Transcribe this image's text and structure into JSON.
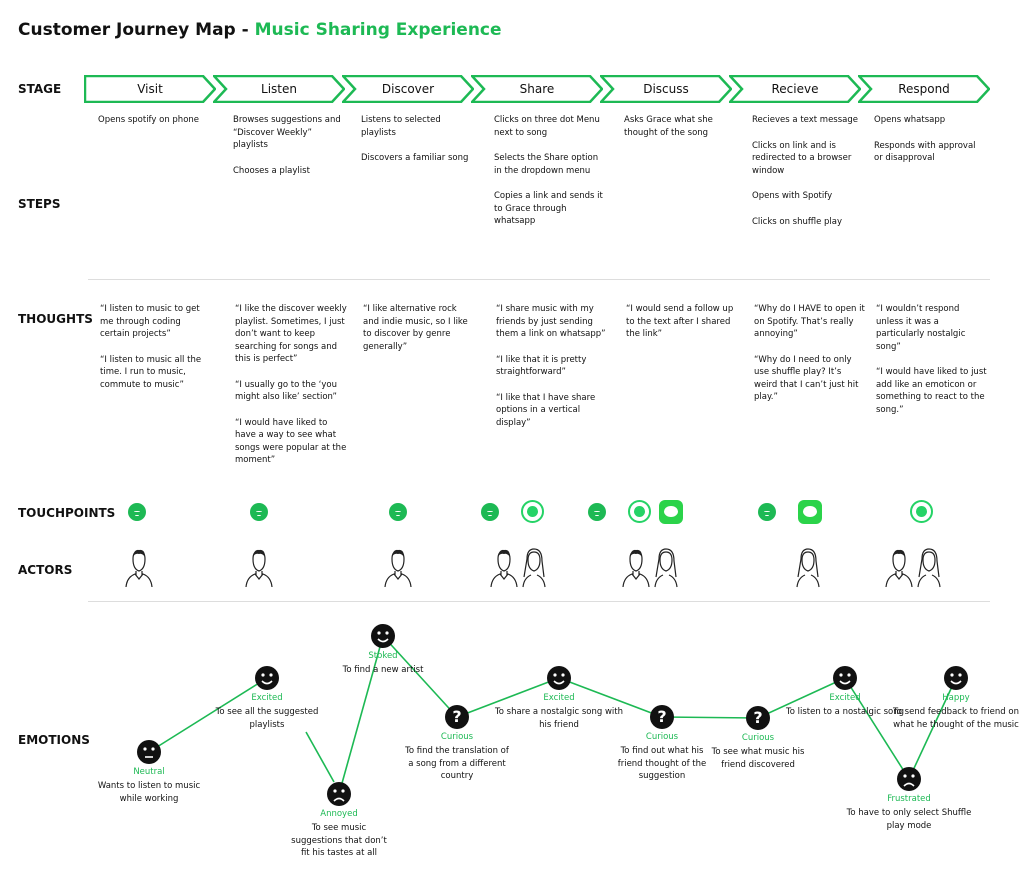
{
  "title": {
    "main": "Customer Journey Map - ",
    "sub": "Music Sharing Experience"
  },
  "row_labels": {
    "stage": "STAGE",
    "steps": "STEPS",
    "thoughts": "THOUGHTS",
    "touchpoints": "TOUCHPOINTS",
    "actors": "ACTORS",
    "emotions": "EMOTIONS"
  },
  "stages": [
    "Visit",
    "Listen",
    "Discover",
    "Share",
    "Discuss",
    "Recieve",
    "Respond"
  ],
  "steps": [
    [
      "Opens spotify on phone"
    ],
    [
      "Browses suggestions and “Discover Weekly” playlists",
      "Chooses a playlist"
    ],
    [
      "Listens to selected playlists",
      "Discovers a familiar song"
    ],
    [
      "Clicks on three dot Menu next to song",
      "Selects the Share option in the dropdown menu",
      "Copies a link and sends it to Grace through whatsapp"
    ],
    [
      "Asks Grace what she thought of the song"
    ],
    [
      "Recieves a text message",
      "Clicks on link and is redirected to a browser window",
      "Opens with Spotify",
      "Clicks on shuffle play"
    ],
    [
      "Opens whatsapp",
      "Responds with approval or disapproval"
    ]
  ],
  "thoughts": [
    [
      "“I  listen to music to get me through coding certain projects”",
      "“I  listen to music all the time. I run to music, commute to music”"
    ],
    [
      "“I like the discover weekly playlist. Sometimes, I just don’t want to keep searching for songs and this is perfect”",
      "“I usually go to the ‘you might also like’ section”",
      "“I would have liked to have a way to see what songs were popular at the moment”"
    ],
    [
      "“I like alternative rock and indie music, so I like to discover by genre generally”"
    ],
    [
      "“I share music with my friends by just sending them a link on whatsapp”",
      "“I like that it is pretty straightforward”",
      "“I like that I have share options in a vertical display”"
    ],
    [
      "“I would send a follow up to the text after I shared the link”"
    ],
    [
      "“Why do I HAVE to open it on Spotify. That’s really annoying”",
      "“Why do I need to only use shuffle play? It’s weird that I can’t just hit play.”"
    ],
    [
      "“I wouldn’t respond unless it was a particularly nostalgic song”",
      "“I would have liked to just add like an emoticon or something to react to the song.”"
    ]
  ],
  "touchpoints": [
    [
      "spotify-icon"
    ],
    [
      "spotify-icon"
    ],
    [
      "spotify-icon"
    ],
    [
      "spotify-icon",
      "whatsapp-icon"
    ],
    [
      "spotify-icon",
      "whatsapp-icon",
      "messages-icon"
    ],
    [
      "spotify-icon",
      "messages-icon"
    ],
    [
      "whatsapp-icon"
    ]
  ],
  "actors": [
    [
      "man-avatar"
    ],
    [
      "man-avatar"
    ],
    [
      "man-avatar"
    ],
    [
      "man-avatar",
      "woman-avatar"
    ],
    [
      "man-avatar",
      "woman-avatar"
    ],
    [
      "woman-avatar"
    ],
    [
      "man-avatar",
      "woman-avatar"
    ]
  ],
  "emotions": [
    {
      "name": "Neutral",
      "desc": "Wants to listen to music while working",
      "face": "neutral"
    },
    {
      "name": "Excited",
      "desc": "To see all the suggested playlists",
      "face": "happy"
    },
    {
      "name": "Annoyed",
      "desc": "To see music suggestions that don’t fit his tastes at all",
      "face": "sad"
    },
    {
      "name": "Stoked",
      "desc": "To find a new artist",
      "face": "happy"
    },
    {
      "name": "Curious",
      "desc": "To find the translation of a song from a different country",
      "face": "question"
    },
    {
      "name": "Excited",
      "desc": "To share a nostalgic song with his friend",
      "face": "happy"
    },
    {
      "name": "Curious",
      "desc": "To find out what his friend thought of the suggestion",
      "face": "question"
    },
    {
      "name": "Curious",
      "desc": "To see what music his friend discovered",
      "face": "question"
    },
    {
      "name": "Excited",
      "desc": "To listen to a nostalgic song",
      "face": "happy"
    },
    {
      "name": "Frustrated",
      "desc": "To have to only select Shuffle play mode",
      "face": "sad"
    },
    {
      "name": "Happy",
      "desc": "To send feedback to friend on what he thought of the music",
      "face": "happy"
    }
  ],
  "colors": {
    "accent": "#1db954",
    "line": "#1db954"
  }
}
